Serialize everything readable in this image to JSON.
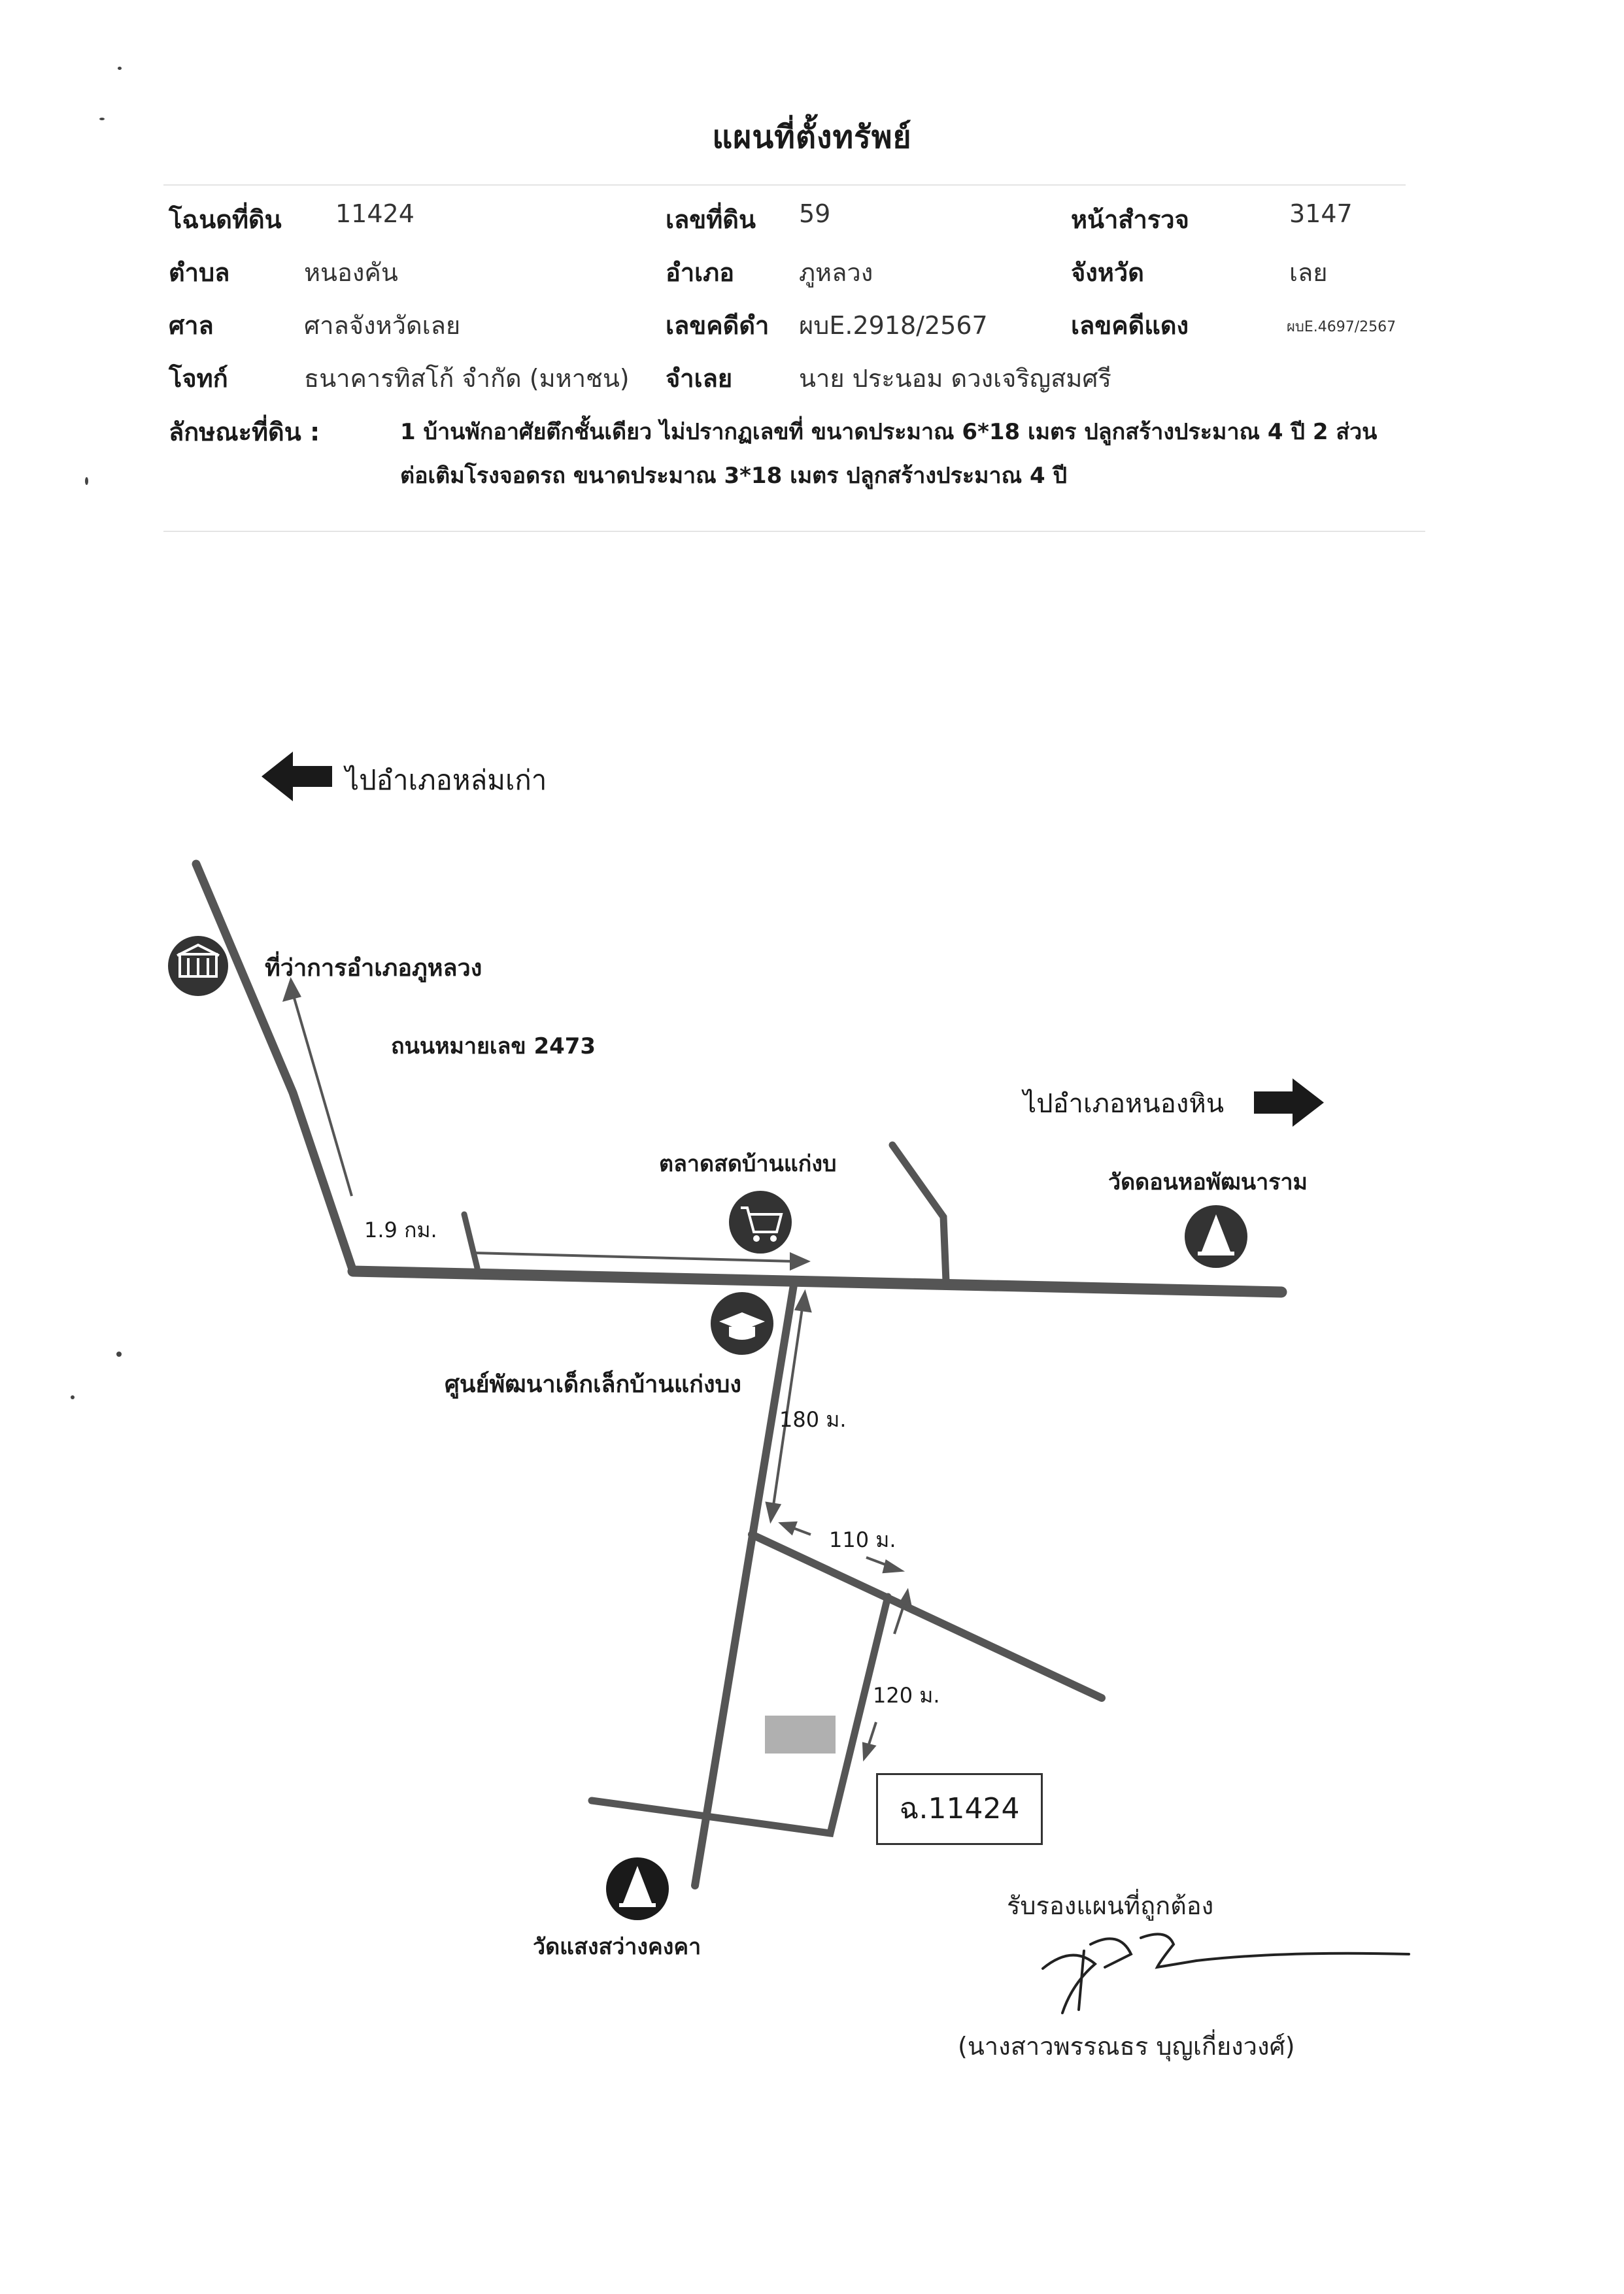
{
  "title": "แผนที่ตั้งทรัพย์",
  "header": {
    "deed_label": "โฉนดที่ดิน",
    "deed_value": "11424",
    "land_no_label": "เลขที่ดิน",
    "land_no_value": "59",
    "survey_label": "หน้าสำรวจ",
    "survey_value": "3147",
    "subdistrict_label": "ตำบล",
    "subdistrict_value": "หนองคัน",
    "district_label": "อำเภอ",
    "district_value": "ภูหลวง",
    "province_label": "จังหวัด",
    "province_value": "เลย",
    "court_label": "ศาล",
    "court_value": "ศาลจังหวัดเลย",
    "black_case_label": "เลขคดีดำ",
    "black_case_value": "ผบE.2918/2567",
    "red_case_label": "เลขคดีแดง",
    "red_case_value": "ผบE.4697/2567",
    "plaintiff_label": "โจทก์",
    "plaintiff_value": "ธนาคารทิสโก้ จำกัด (มหาชน)",
    "defendant_label": "จำเลย",
    "defendant_value": "นาย ประนอม ดวงเจริญสมศรี",
    "land_desc_label": "ลักษณะที่ดิน :",
    "land_desc_line1": "1 บ้านพักอาศัยตึกชั้นเดียว ไม่ปรากฏเลขที่ ขนาดประมาณ 6*18 เมตร ปลูกสร้างประมาณ 4 ปี 2 ส่วน",
    "land_desc_line2": "ต่อเติมโรงจอดรถ ขนาดประมาณ 3*18 เมตร ปลูกสร้างประมาณ 4 ปี"
  },
  "map": {
    "to_lom_kao": "ไปอำเภอหล่มเก่า",
    "to_nong_hin": "ไปอำเภอหนองหิน",
    "district_office": "ที่ว่าการอำเภอภูหลวง",
    "road_name": "ถนนหมายเลข 2473",
    "market": "ตลาดสดบ้านแก่งบ",
    "temple_don": "วัดดอนหอพัฒนาราม",
    "child_center": "ศูนย์พัฒนาเด็กเล็กบ้านแก่งบง",
    "temple_saeng": "วัดแสงสว่างคงคา",
    "dist_1_9km": "1.9 กม.",
    "dist_180m": "180 ม.",
    "dist_110m": "110 ม.",
    "dist_120m": "120 ม.",
    "deed_box": "ฉ.11424"
  },
  "certification": {
    "certify_text": "รับรองแผนที่ถูกต้อง",
    "signer_name": "(นางสาวพรรณธร บุญเกี่ยงวงศ์)"
  },
  "colors": {
    "road": "#555555",
    "icon_bg": "#333333",
    "building": "#b0b0b0"
  },
  "icons": [
    "left-arrow-icon",
    "right-arrow-icon",
    "government-building-icon",
    "shopping-cart-icon",
    "graduation-cap-icon",
    "temple-icon"
  ]
}
